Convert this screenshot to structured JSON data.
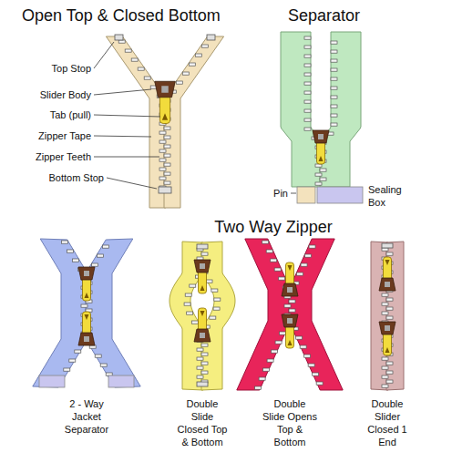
{
  "diagram": {
    "labels": [
      "Open Top & Closed Bottom",
      "Separator",
      "Top Stop",
      "Slider Body",
      "Tab (pull)",
      "Zipper Tape",
      "Zipper Teeth",
      "Bottom Stop",
      "Pin",
      "Sealing Box",
      "Two Way Zipper",
      "2 - Way Jacket Separator",
      "Double Slide Closed Top & Bottom",
      "Double Slide Opens Top & Bottom",
      "Double Slider Closed 1 End"
    ]
  }
}
